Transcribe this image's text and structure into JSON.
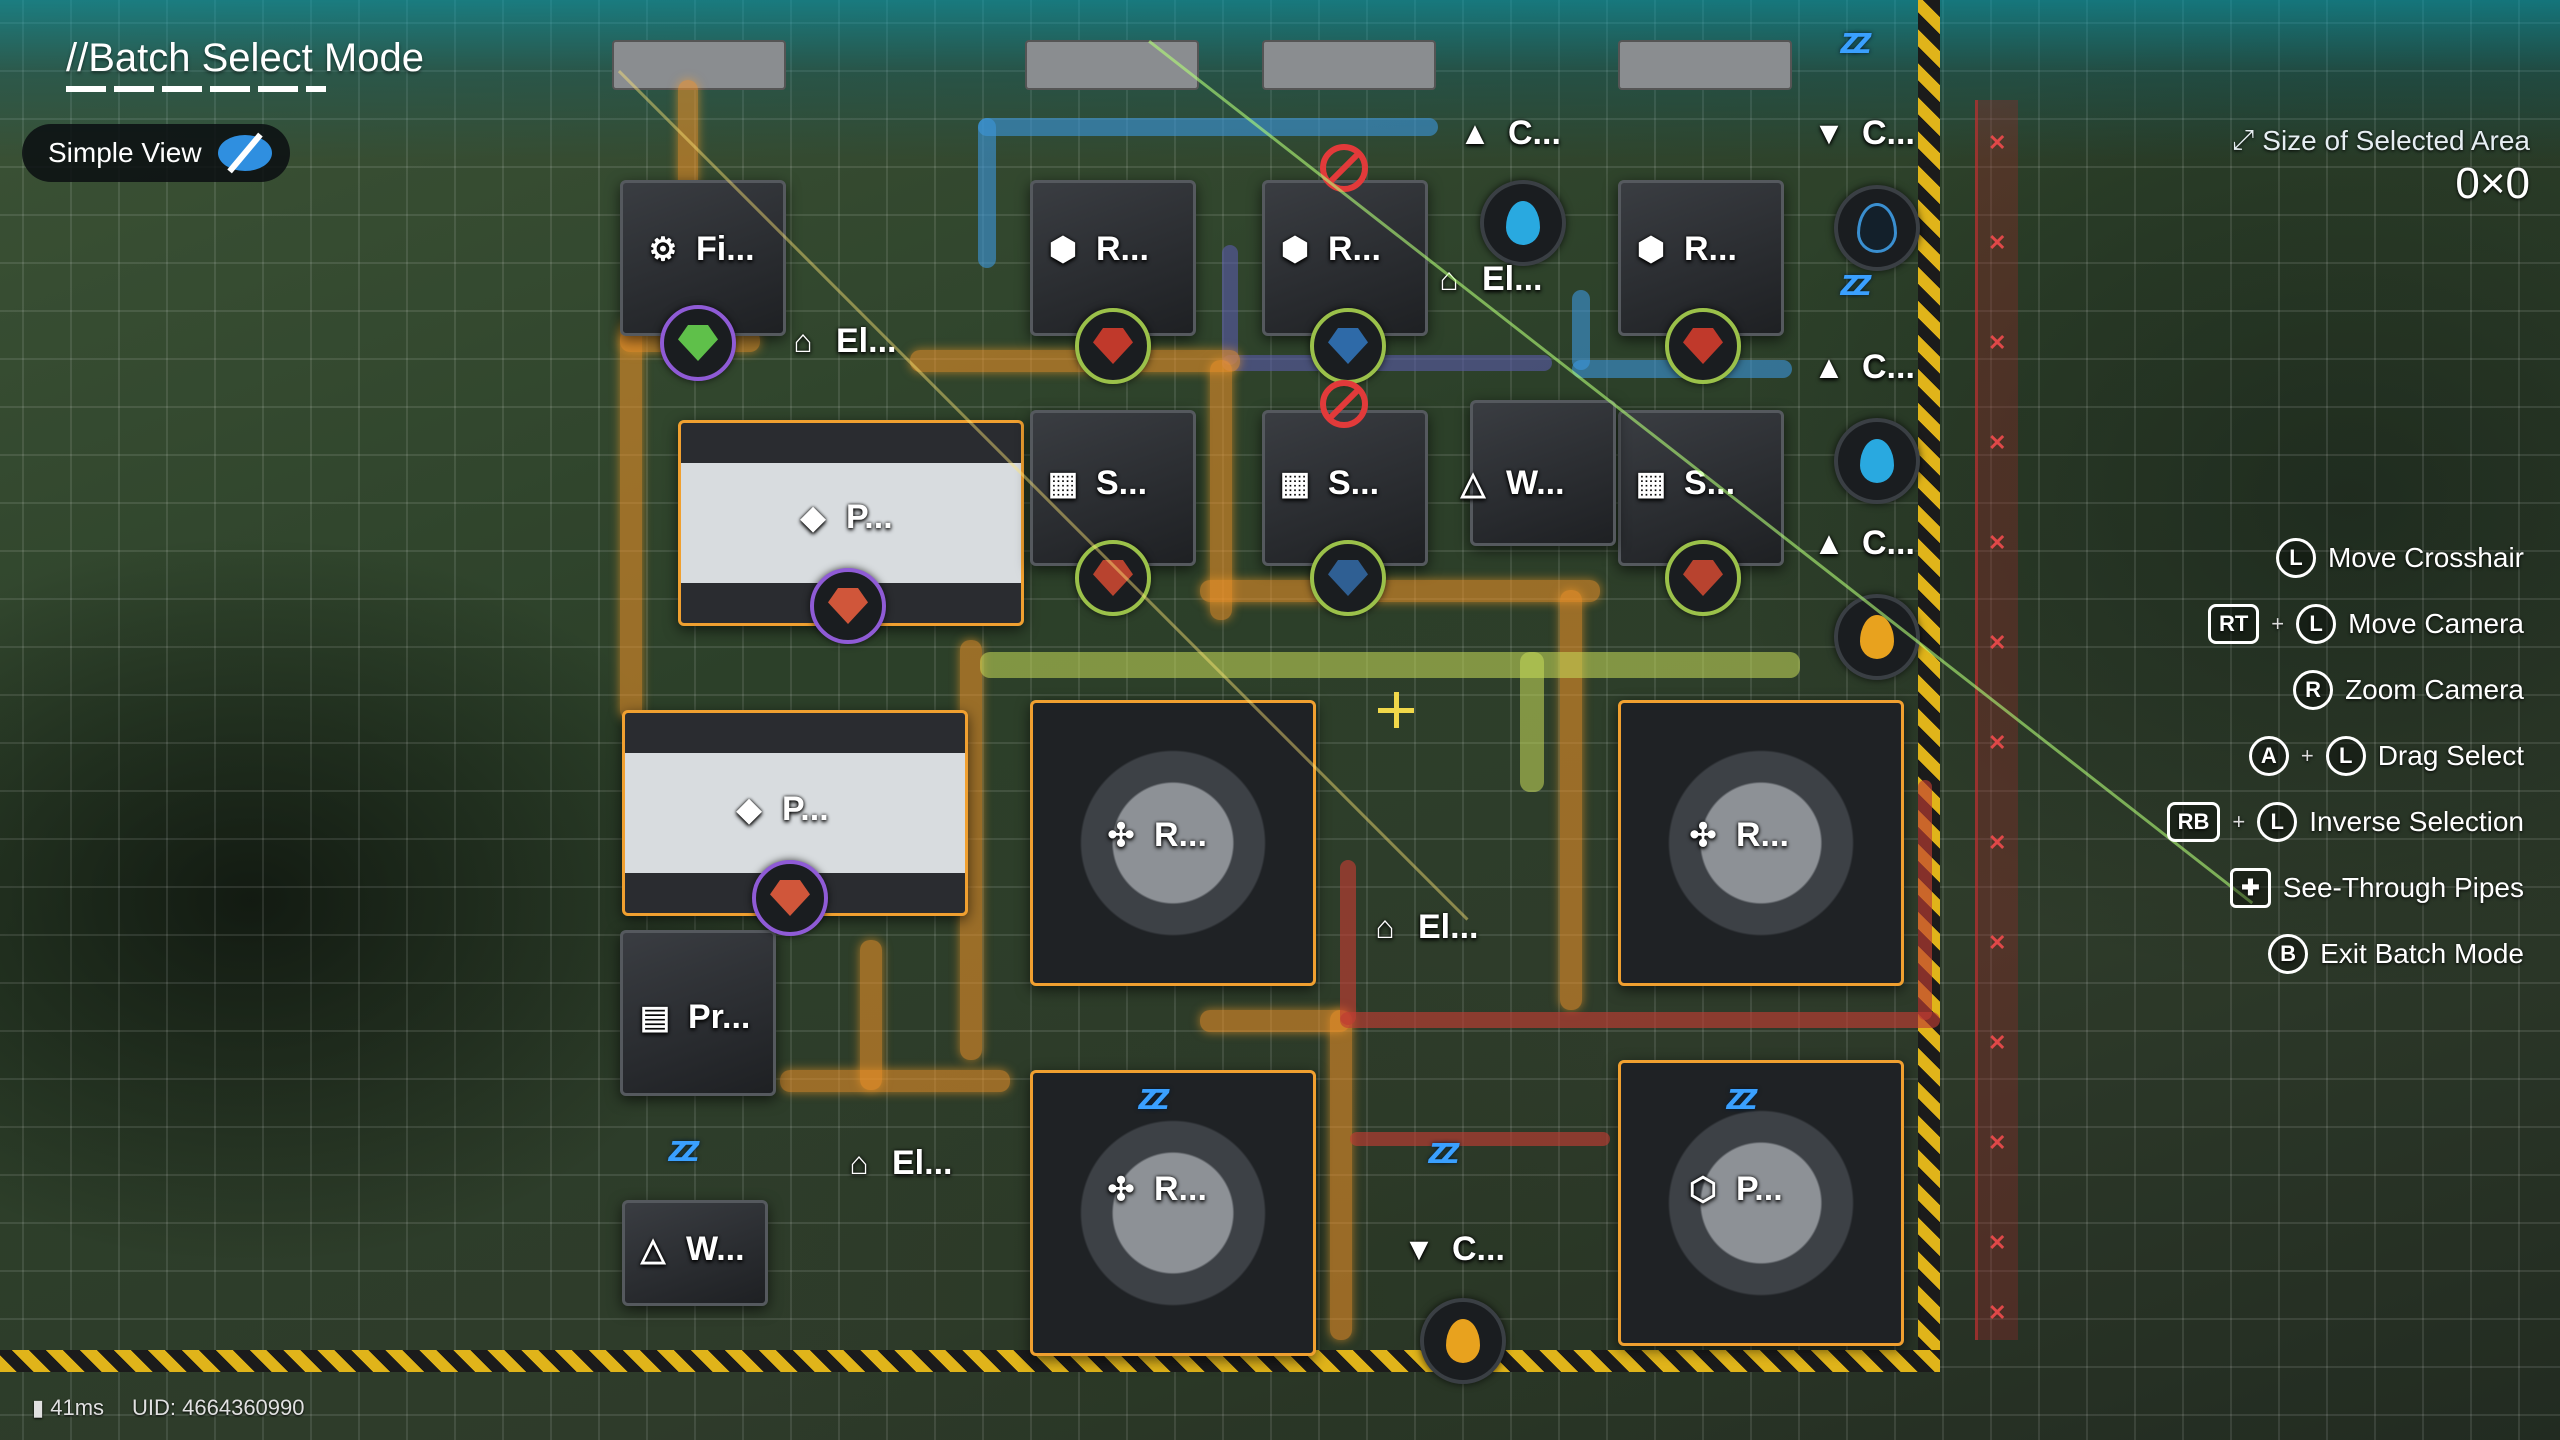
{
  "hud": {
    "mode_title": "//Batch Select Mode",
    "simple_view_label": "Simple View",
    "area_label": "Size of Selected Area",
    "area_value": "0×0",
    "ping": "41ms",
    "uid": "UID: 4664360990"
  },
  "controls": [
    {
      "keys": [
        "L"
      ],
      "label": "Move Crosshair"
    },
    {
      "keys": [
        "RT",
        "L"
      ],
      "label": "Move Camera"
    },
    {
      "keys": [
        "R"
      ],
      "label": "Zoom Camera"
    },
    {
      "keys": [
        "A",
        "L"
      ],
      "label": "Drag Select"
    },
    {
      "keys": [
        "RB",
        "L"
      ],
      "label": "Inverse Selection"
    },
    {
      "keys": [
        "see-through-icon"
      ],
      "label": "See-Through Pipes"
    },
    {
      "keys": [
        "B"
      ],
      "label": "Exit Batch Mode"
    }
  ],
  "buildings": {
    "fi": {
      "label": "Fi...",
      "icon": "filter-icon"
    },
    "r1": {
      "label": "R...",
      "icon": "refinery-icon"
    },
    "r2": {
      "label": "R...",
      "icon": "refinery-icon"
    },
    "r3": {
      "label": "R...",
      "icon": "refinery-icon"
    },
    "c1": {
      "label": "C...",
      "icon": "collector-icon"
    },
    "c2": {
      "label": "C...",
      "icon": "collector-icon"
    },
    "c3": {
      "label": "C...",
      "icon": "collector-icon"
    },
    "c4": {
      "label": "C...",
      "icon": "collector-icon"
    },
    "c5": {
      "label": "C...",
      "icon": "collector-icon"
    },
    "el1": {
      "label": "El...",
      "icon": "pylon-icon"
    },
    "el2": {
      "label": "El...",
      "icon": "pylon-icon"
    },
    "el3": {
      "label": "El...",
      "icon": "pylon-icon"
    },
    "el4": {
      "label": "El...",
      "icon": "pylon-icon"
    },
    "p1": {
      "label": "P...",
      "icon": "packer-icon"
    },
    "p2": {
      "label": "P...",
      "icon": "packer-icon"
    },
    "p3": {
      "label": "P...",
      "icon": "pump-icon"
    },
    "s1": {
      "label": "S...",
      "icon": "smelter-icon"
    },
    "s2": {
      "label": "S...",
      "icon": "smelter-icon"
    },
    "s3": {
      "label": "S...",
      "icon": "smelter-icon"
    },
    "w1": {
      "label": "W...",
      "icon": "water-icon"
    },
    "w2": {
      "label": "W...",
      "icon": "water-icon"
    },
    "rx1": {
      "label": "R...",
      "icon": "reactor-icon"
    },
    "rx2": {
      "label": "R...",
      "icon": "reactor-icon"
    },
    "rx3": {
      "label": "R...",
      "icon": "reactor-icon"
    },
    "pr": {
      "label": "Pr...",
      "icon": "protocol-icon"
    }
  },
  "colors": {
    "pipe_orange": "#f5962a",
    "pipe_blue": "#3c96dc",
    "pipe_lime": "#c8dc5a",
    "gem_red": "#c0392b",
    "gem_blue": "#2e6aa8",
    "water": "#29a9e0",
    "fuel": "#e8a21e",
    "idle_blue": "#3aa0ff",
    "blocked_red": "#e23a3a"
  }
}
